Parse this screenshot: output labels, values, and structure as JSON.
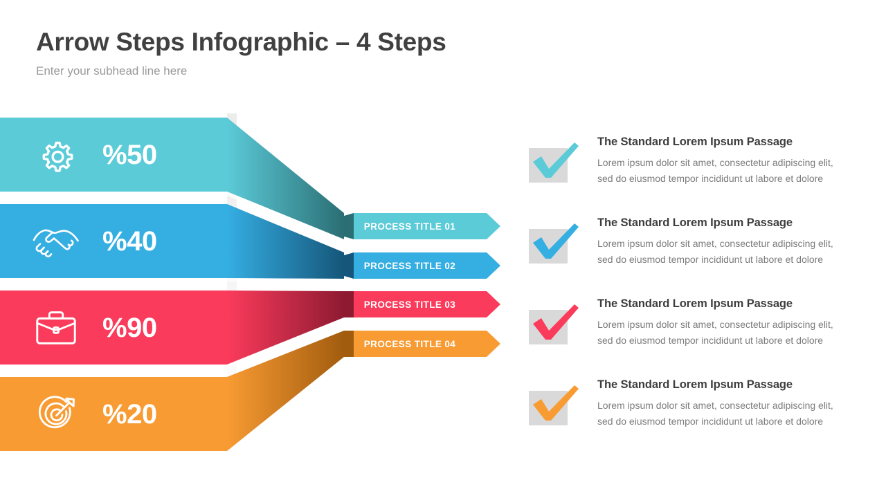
{
  "header": {
    "title": "Arrow Steps Infographic – 4 Steps",
    "subhead": "Enter your subhead line here"
  },
  "colors": {
    "teal": "#5bcbd8",
    "blue": "#35aee2",
    "pink": "#fb3b5c",
    "orange": "#f89b33",
    "teal_dark": "#2b6e74",
    "blue_dark": "#15567a",
    "pink_dark": "#8e1a31",
    "orange_dark": "#a25c0e",
    "title_gray": "#404040",
    "subhead_gray": "#9a9a9a",
    "body_gray": "#7b7b7b",
    "check_box_gray": "#d9d9d9"
  },
  "steps": [
    {
      "percent": "%50",
      "icon": "gear-icon",
      "color": "#5bcbd8",
      "color_dark": "#2b6e74",
      "tab_label": "PROCESS TITLE 01"
    },
    {
      "percent": "%40",
      "icon": "handshake-icon",
      "color": "#35aee2",
      "color_dark": "#15567a",
      "tab_label": "PROCESS TITLE 02"
    },
    {
      "percent": "%90",
      "icon": "briefcase-icon",
      "color": "#fb3b5c",
      "color_dark": "#8e1a31",
      "tab_label": "PROCESS TITLE 03"
    },
    {
      "percent": "%20",
      "icon": "target-icon",
      "color": "#f89b33",
      "color_dark": "#a25c0e",
      "tab_label": "PROCESS TITLE 04"
    }
  ],
  "descriptions": [
    {
      "title": "The Standard Lorem Ipsum Passage",
      "line1": "Lorem ipsum dolor sit amet, consectetur adipiscing elit,",
      "line2": "sed do eiusmod tempor incididunt ut labore et dolore",
      "check_color": "#5bcbd8",
      "icon": "check-icon"
    },
    {
      "title": "The Standard Lorem Ipsum Passage",
      "line1": "Lorem ipsum dolor sit amet, consectetur adipiscing elit,",
      "line2": "sed do eiusmod tempor incididunt ut labore et dolore",
      "check_color": "#35aee2",
      "icon": "check-icon"
    },
    {
      "title": "The Standard Lorem Ipsum Passage",
      "line1": "Lorem ipsum dolor sit amet, consectetur adipiscing elit,",
      "line2": "sed do eiusmod tempor incididunt ut labore et dolore",
      "check_color": "#fb3b5c",
      "icon": "check-icon"
    },
    {
      "title": "The Standard Lorem Ipsum Passage",
      "line1": "Lorem ipsum dolor sit amet, consectetur adipiscing elit,",
      "line2": "sed do eiusmod tempor incididunt ut labore et dolore",
      "check_color": "#f89b33",
      "icon": "check-icon"
    }
  ]
}
